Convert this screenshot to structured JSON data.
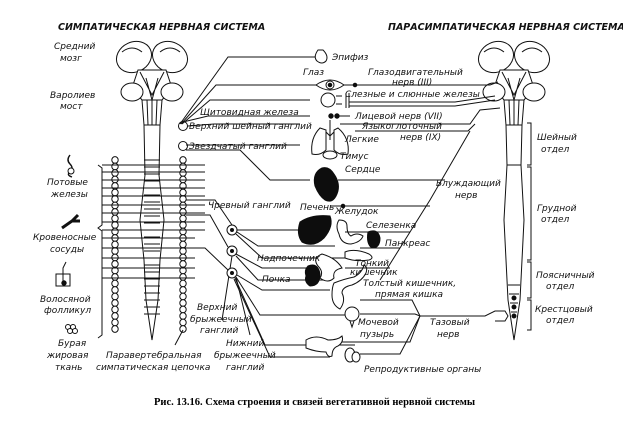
{
  "headers": {
    "sympathetic": "СИМПАТИЧЕСКАЯ НЕРВНАЯ СИСТЕМА",
    "parasympathetic": "ПАРАСИМПАТИЧЕСКАЯ НЕРВНАЯ СИСТЕМА"
  },
  "brain_regions": {
    "midbrain": [
      "Средний",
      "мозг"
    ],
    "pons": [
      "Варолиев",
      "мост"
    ]
  },
  "spinal_sections": {
    "cervical": [
      "Шейный",
      "отдел"
    ],
    "thoracic": [
      "Грудной",
      "отдел"
    ],
    "lumbar": [
      "Поясничный",
      "отдел"
    ],
    "sacral": [
      "Крестцовый",
      "отдел"
    ]
  },
  "skin_targets": {
    "sweat_glands": [
      "Потовые",
      "железы"
    ],
    "blood_vessels": [
      "Кровеносные",
      "сосуды"
    ],
    "hair_follicle": [
      "Волосяной",
      "фолликул"
    ],
    "brown_fat": [
      "Бурая",
      "жировая",
      "ткань"
    ]
  },
  "sympathetic_labels": {
    "paravertebral_chain": [
      "Паравертебральная",
      "симпатическая цепочка"
    ],
    "superior_cervical_ganglion": "Верхний шейный ганглий",
    "stellate_ganglion": "Звездчатый ганглий",
    "celiac_ganglion": "Чревный ганглий",
    "superior_mesenteric_ganglion": [
      "Верхний",
      "брыжеечный",
      "ганглий"
    ],
    "inferior_mesenteric_ganglion": [
      "Нижний",
      "брыжеечный",
      "ганглий"
    ]
  },
  "organs": {
    "pineal": "Эпифиз",
    "eye": "Глаз",
    "lacrimal_salivary": "Слезные и слюнные железы",
    "thyroid": "Щитовидная железа",
    "lungs": "Легкие",
    "thymus": "Тимус",
    "heart": "Сердце",
    "liver": "Печень",
    "stomach": "Желудок",
    "spleen": "Селезенка",
    "pancreas": "Панкреас",
    "adrenal": "Надпочечник",
    "small_intestine": [
      "Тонкий",
      "кишечник"
    ],
    "kidney": "Почка",
    "large_intestine": [
      "Толстый кишечник,",
      "прямая кишка"
    ],
    "bladder": [
      "Мочевой",
      "пузырь"
    ],
    "reproductive": "Репродуктивные органы"
  },
  "nerves": {
    "oculomotor": [
      "Глазодвигательный",
      "нерв (III)"
    ],
    "facial": "Лицевой нерв (VII)",
    "glossopharyngeal": [
      "Языкоглоточный",
      "нерв (IX)"
    ],
    "vagus": [
      "Блуждающий",
      "нерв"
    ],
    "pelvic": [
      "Тазовый",
      "нерв"
    ]
  },
  "caption": "Рис. 13.16. Схема строения и связей вегетативной нервной системы"
}
